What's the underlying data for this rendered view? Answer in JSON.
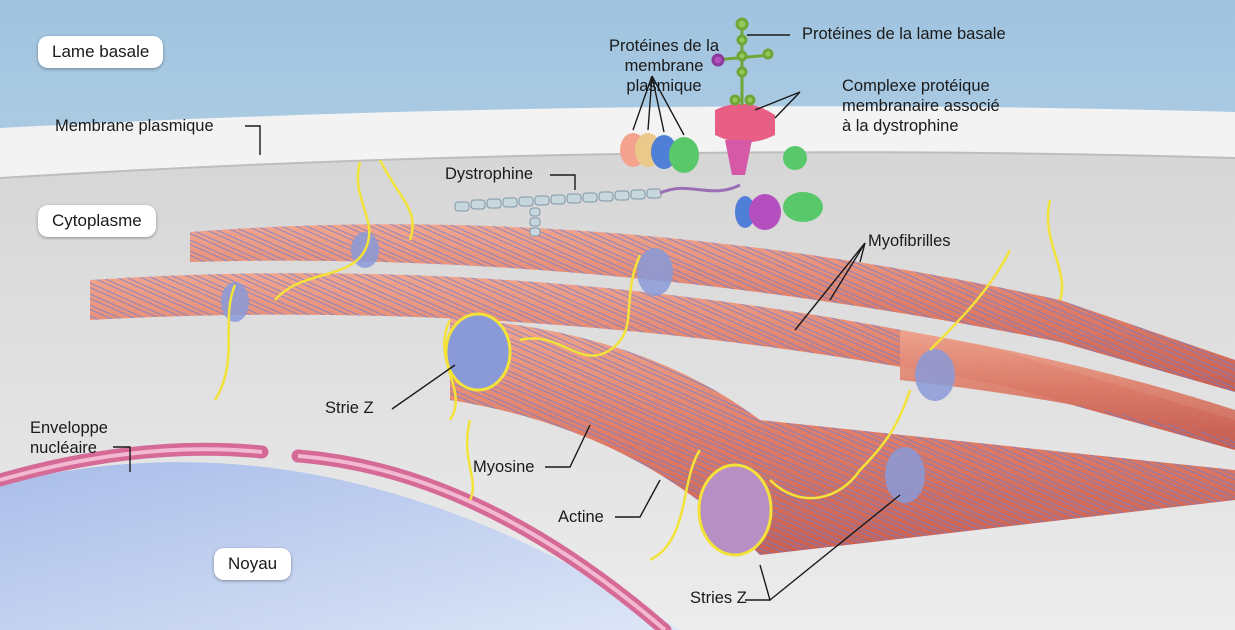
{
  "labels": {
    "lame_basale": "Lame basale",
    "membrane_plasmique": "Membrane plasmique",
    "cytoplasme": "Cytoplasme",
    "enveloppe_nucleaire": "Enveloppe\nnucléaire",
    "noyau": "Noyau",
    "proteines_lame_basale": "Protéines de la lame basale",
    "proteines_membrane_plasmique": "Protéines de la\nmembrane plasmique",
    "complexe_proteique": "Complexe protéique\nmembranaire associé\nà la dystrophine",
    "dystrophine": "Dystrophine",
    "myofibrilles": "Myofibrilles",
    "strie_z": "Strie Z",
    "myosine": "Myosine",
    "actine": "Actine",
    "stries_z": "Stries Z"
  },
  "colors": {
    "lame_basale_bg": "#b9d7ea",
    "membrane": "#eeeeee",
    "cytoplasme_bg": "#dcdcdc",
    "myofibril": "#e48a74",
    "myofibril_dark": "#c35d52",
    "z_disc": "#7d8fd6",
    "sarcoplasmic_reticulum": "#f2e23a",
    "nucleus": "#b4c6ec",
    "nuclear_envelope": "#d66a97",
    "dystrophin": "#c8d6de"
  }
}
